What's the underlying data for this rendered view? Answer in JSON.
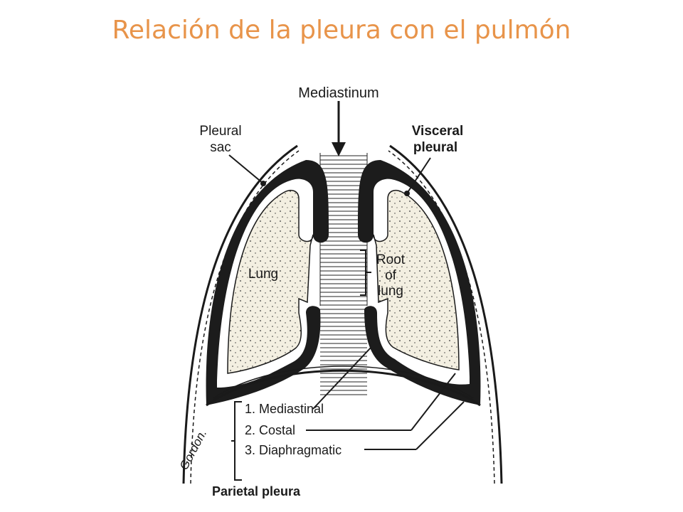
{
  "title": "Relación de la pleura con el pulmón",
  "labels": {
    "mediastinum": "Mediastinum",
    "pleural_sac_1": "Pleural",
    "pleural_sac_2": "sac",
    "visceral_1": "Visceral",
    "visceral_2": "pleural",
    "lung": "Lung",
    "root_1": "Root",
    "root_2": "of",
    "root_3": "lung",
    "parietal_1": "1. Mediastinal",
    "parietal_2": "2. Costal",
    "parietal_3": "3. Diaphragmatic",
    "parietal_title": "Parietal pleura",
    "signature": "Gordon."
  },
  "colors": {
    "title": "#e8944a",
    "ink": "#1a1a1a",
    "lung_fill": "#f3efe1"
  }
}
